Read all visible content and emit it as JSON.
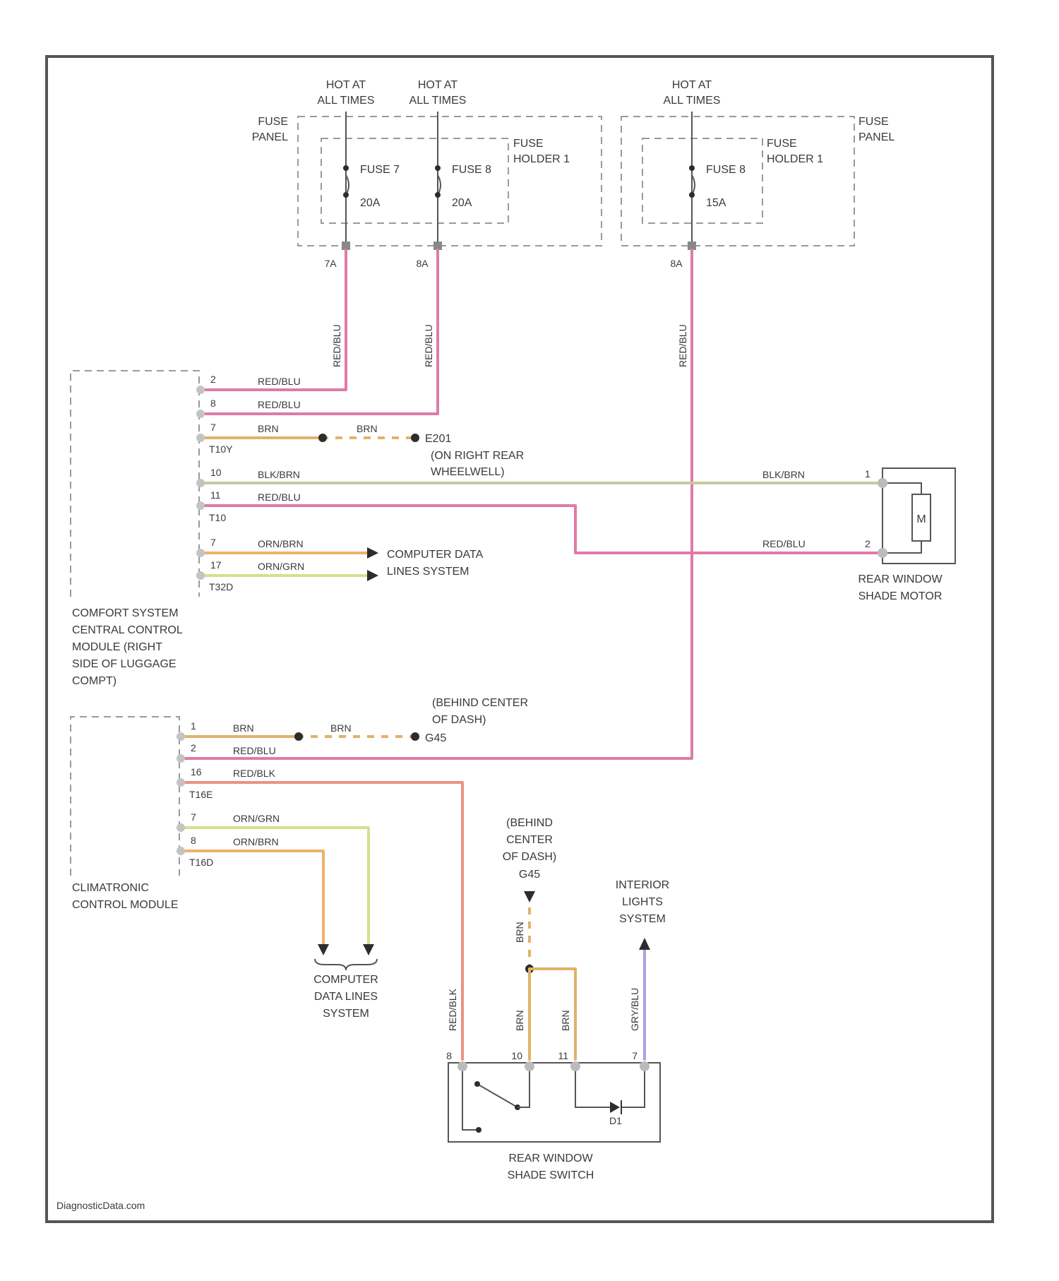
{
  "hot_at_all_times": [
    "HOT AT",
    "ALL TIMES"
  ],
  "fuse_panel": [
    "FUSE",
    "PANEL"
  ],
  "fuse_holder": [
    "FUSE",
    "HOLDER 1"
  ],
  "fuses": [
    {
      "name": "FUSE 7",
      "rating": "20A",
      "terminal": "7A"
    },
    {
      "name": "FUSE 8",
      "rating": "20A",
      "terminal": "8A"
    },
    {
      "name": "FUSE 8",
      "rating": "15A",
      "terminal": "8A"
    }
  ],
  "riser_wire_label": "RED/BLU",
  "comfort_module": {
    "name_lines": [
      "COMFORT SYSTEM",
      "CENTRAL CONTROL",
      "MODULE (RIGHT",
      "SIDE OF LUGGAGE",
      "COMPT)"
    ],
    "connectors": [
      "T10Y",
      "T10",
      "T32D"
    ],
    "pins": [
      "2",
      "8",
      "7",
      "10",
      "11",
      "7",
      "17"
    ],
    "wires": [
      "RED/BLU",
      "RED/BLU",
      "BRN",
      "BLK/BRN",
      "RED/BLU",
      "ORN/BRN",
      "ORN/GRN"
    ]
  },
  "ground_e": {
    "id": "E201",
    "desc_lines": [
      "(ON RIGHT REAR",
      "WHEELWELL)"
    ],
    "wire": "BRN"
  },
  "computer_data_lines": [
    "COMPUTER DATA",
    "LINES SYSTEM"
  ],
  "motor": {
    "name_lines": [
      "REAR WINDOW",
      "SHADE MOTOR"
    ],
    "symbol": "M",
    "pins": [
      "1",
      "2"
    ],
    "wires": [
      "BLK/BRN",
      "RED/BLU"
    ]
  },
  "climatronic": {
    "name_lines": [
      "CLIMATRONIC",
      "CONTROL MODULE"
    ],
    "connectors": [
      "T16E",
      "T16D"
    ],
    "pins": [
      "1",
      "2",
      "16",
      "7",
      "8"
    ],
    "wires": [
      "BRN",
      "RED/BLU",
      "RED/BLK",
      "ORN/GRN",
      "ORN/BRN"
    ]
  },
  "ground_g": {
    "id": "G45",
    "desc_lines": [
      "(BEHIND CENTER",
      "OF DASH)"
    ],
    "wire": "BRN"
  },
  "ground_switch": {
    "id": "G45",
    "desc_lines": [
      "(BEHIND",
      "CENTER",
      "OF DASH)"
    ]
  },
  "computer_data_lines_2": [
    "COMPUTER",
    "DATA LINES",
    "SYSTEM"
  ],
  "interior_lights": [
    "INTERIOR",
    "LIGHTS",
    "SYSTEM"
  ],
  "switch": {
    "name_lines": [
      "REAR WINDOW",
      "SHADE SWITCH"
    ],
    "pins": [
      "8",
      "10",
      "11",
      "7"
    ],
    "wires": [
      "RED/BLK",
      "BRN",
      "BRN",
      "GRY/BLU"
    ],
    "led_label": "D1"
  },
  "watermark": "DiagnosticData.com",
  "colors": {
    "red_blu": "#e07aa8",
    "brn": "#e0b26a",
    "blk_brn": "#c8c9a0",
    "orn_brn": "#eeb36a",
    "orn_grn": "#d7df8e",
    "red_blk": "#e89386",
    "gry_blu": "#a7a3de"
  }
}
